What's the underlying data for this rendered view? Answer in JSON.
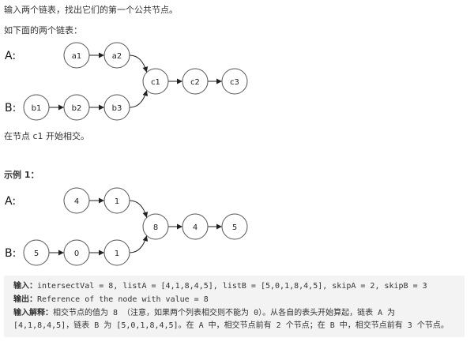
{
  "intro_text": "输入两个链表，找出它们的第一个公共节点。",
  "subtitle_text": "如下面的两个链表：",
  "intersect_text": "在节点 c1 开始相交。",
  "example_heading": "示例 1：",
  "diagram1": {
    "row_labels": [
      "A:",
      "B:"
    ],
    "nodes": [
      {
        "id": "a1",
        "label": "a1"
      },
      {
        "id": "a2",
        "label": "a2"
      },
      {
        "id": "b1",
        "label": "b1"
      },
      {
        "id": "b2",
        "label": "b2"
      },
      {
        "id": "b3",
        "label": "b3"
      },
      {
        "id": "c1",
        "label": "c1"
      },
      {
        "id": "c2",
        "label": "c2"
      },
      {
        "id": "c3",
        "label": "c3"
      }
    ],
    "edges": [
      {
        "from": "a1",
        "to": "a2"
      },
      {
        "from": "a2",
        "to": "c1"
      },
      {
        "from": "b1",
        "to": "b2"
      },
      {
        "from": "b2",
        "to": "b3"
      },
      {
        "from": "b3",
        "to": "c1"
      },
      {
        "from": "c1",
        "to": "c2"
      },
      {
        "from": "c2",
        "to": "c3"
      }
    ]
  },
  "diagram2": {
    "row_labels": [
      "A:",
      "B:"
    ],
    "nodes": [
      {
        "id": "a0",
        "label": "4"
      },
      {
        "id": "a1",
        "label": "1"
      },
      {
        "id": "b0",
        "label": "5"
      },
      {
        "id": "b1",
        "label": "0"
      },
      {
        "id": "b2",
        "label": "1"
      },
      {
        "id": "c0",
        "label": "8"
      },
      {
        "id": "c1",
        "label": "4"
      },
      {
        "id": "c2",
        "label": "5"
      }
    ],
    "edges": [
      {
        "from": "a0",
        "to": "a1"
      },
      {
        "from": "a1",
        "to": "c0"
      },
      {
        "from": "b0",
        "to": "b1"
      },
      {
        "from": "b1",
        "to": "b2"
      },
      {
        "from": "b2",
        "to": "c0"
      },
      {
        "from": "c0",
        "to": "c1"
      },
      {
        "from": "c1",
        "to": "c2"
      }
    ]
  },
  "example": {
    "input_label": "输入：",
    "input_value": "intersectVal = 8, listA = [4,1,8,4,5], listB = [5,0,1,8,4,5], skipA = 2, skipB = 3",
    "output_label": "输出：",
    "output_value": "Reference of the node with value = 8",
    "explanation_label": "输入解释：",
    "explanation_line1": "相交节点的值为 8 （注意，如果两个列表相交则不能为 0）。从各自的表头开始算起，链表 A 为",
    "explanation_line2": "[4,1,8,4,5]，链表 B 为 [5,0,1,8,4,5]。在 A 中，相交节点前有 2 个节点；在 B 中，相交节点前有 3 个节点。"
  }
}
